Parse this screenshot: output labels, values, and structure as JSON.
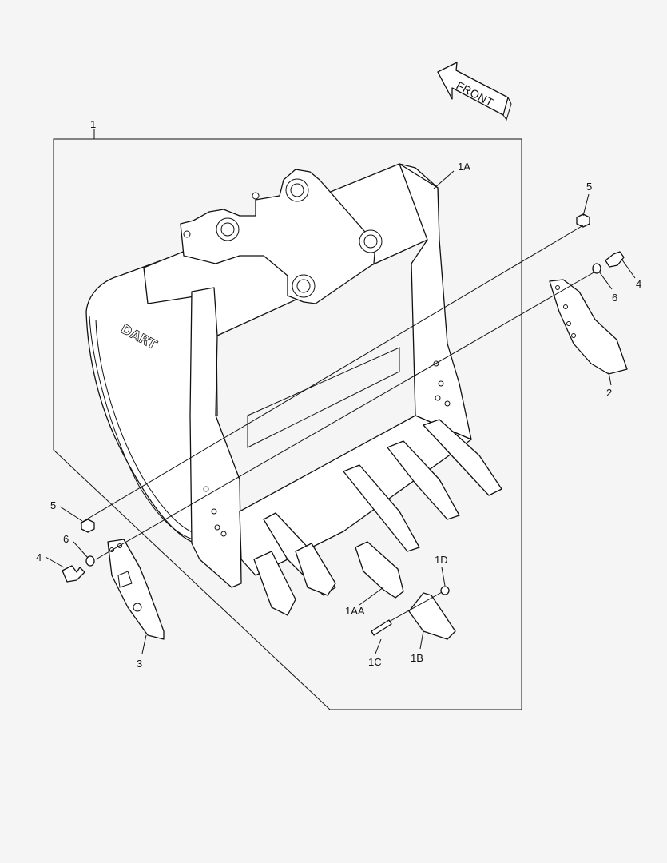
{
  "front_arrow": {
    "label": "FRONT"
  },
  "callouts": {
    "c1": "1",
    "c1A": "1A",
    "c1AA": "1AA",
    "c1B": "1B",
    "c1C": "1C",
    "c1D": "1D",
    "c2": "2",
    "c3": "3",
    "c4_right": "4",
    "c4_left": "4",
    "c5_right": "5",
    "c5_left": "5",
    "c6_right": "6",
    "c6_left": "6"
  },
  "colors": {
    "line": "#111111",
    "background": "#f5f5f5",
    "fill": "#ffffff"
  }
}
